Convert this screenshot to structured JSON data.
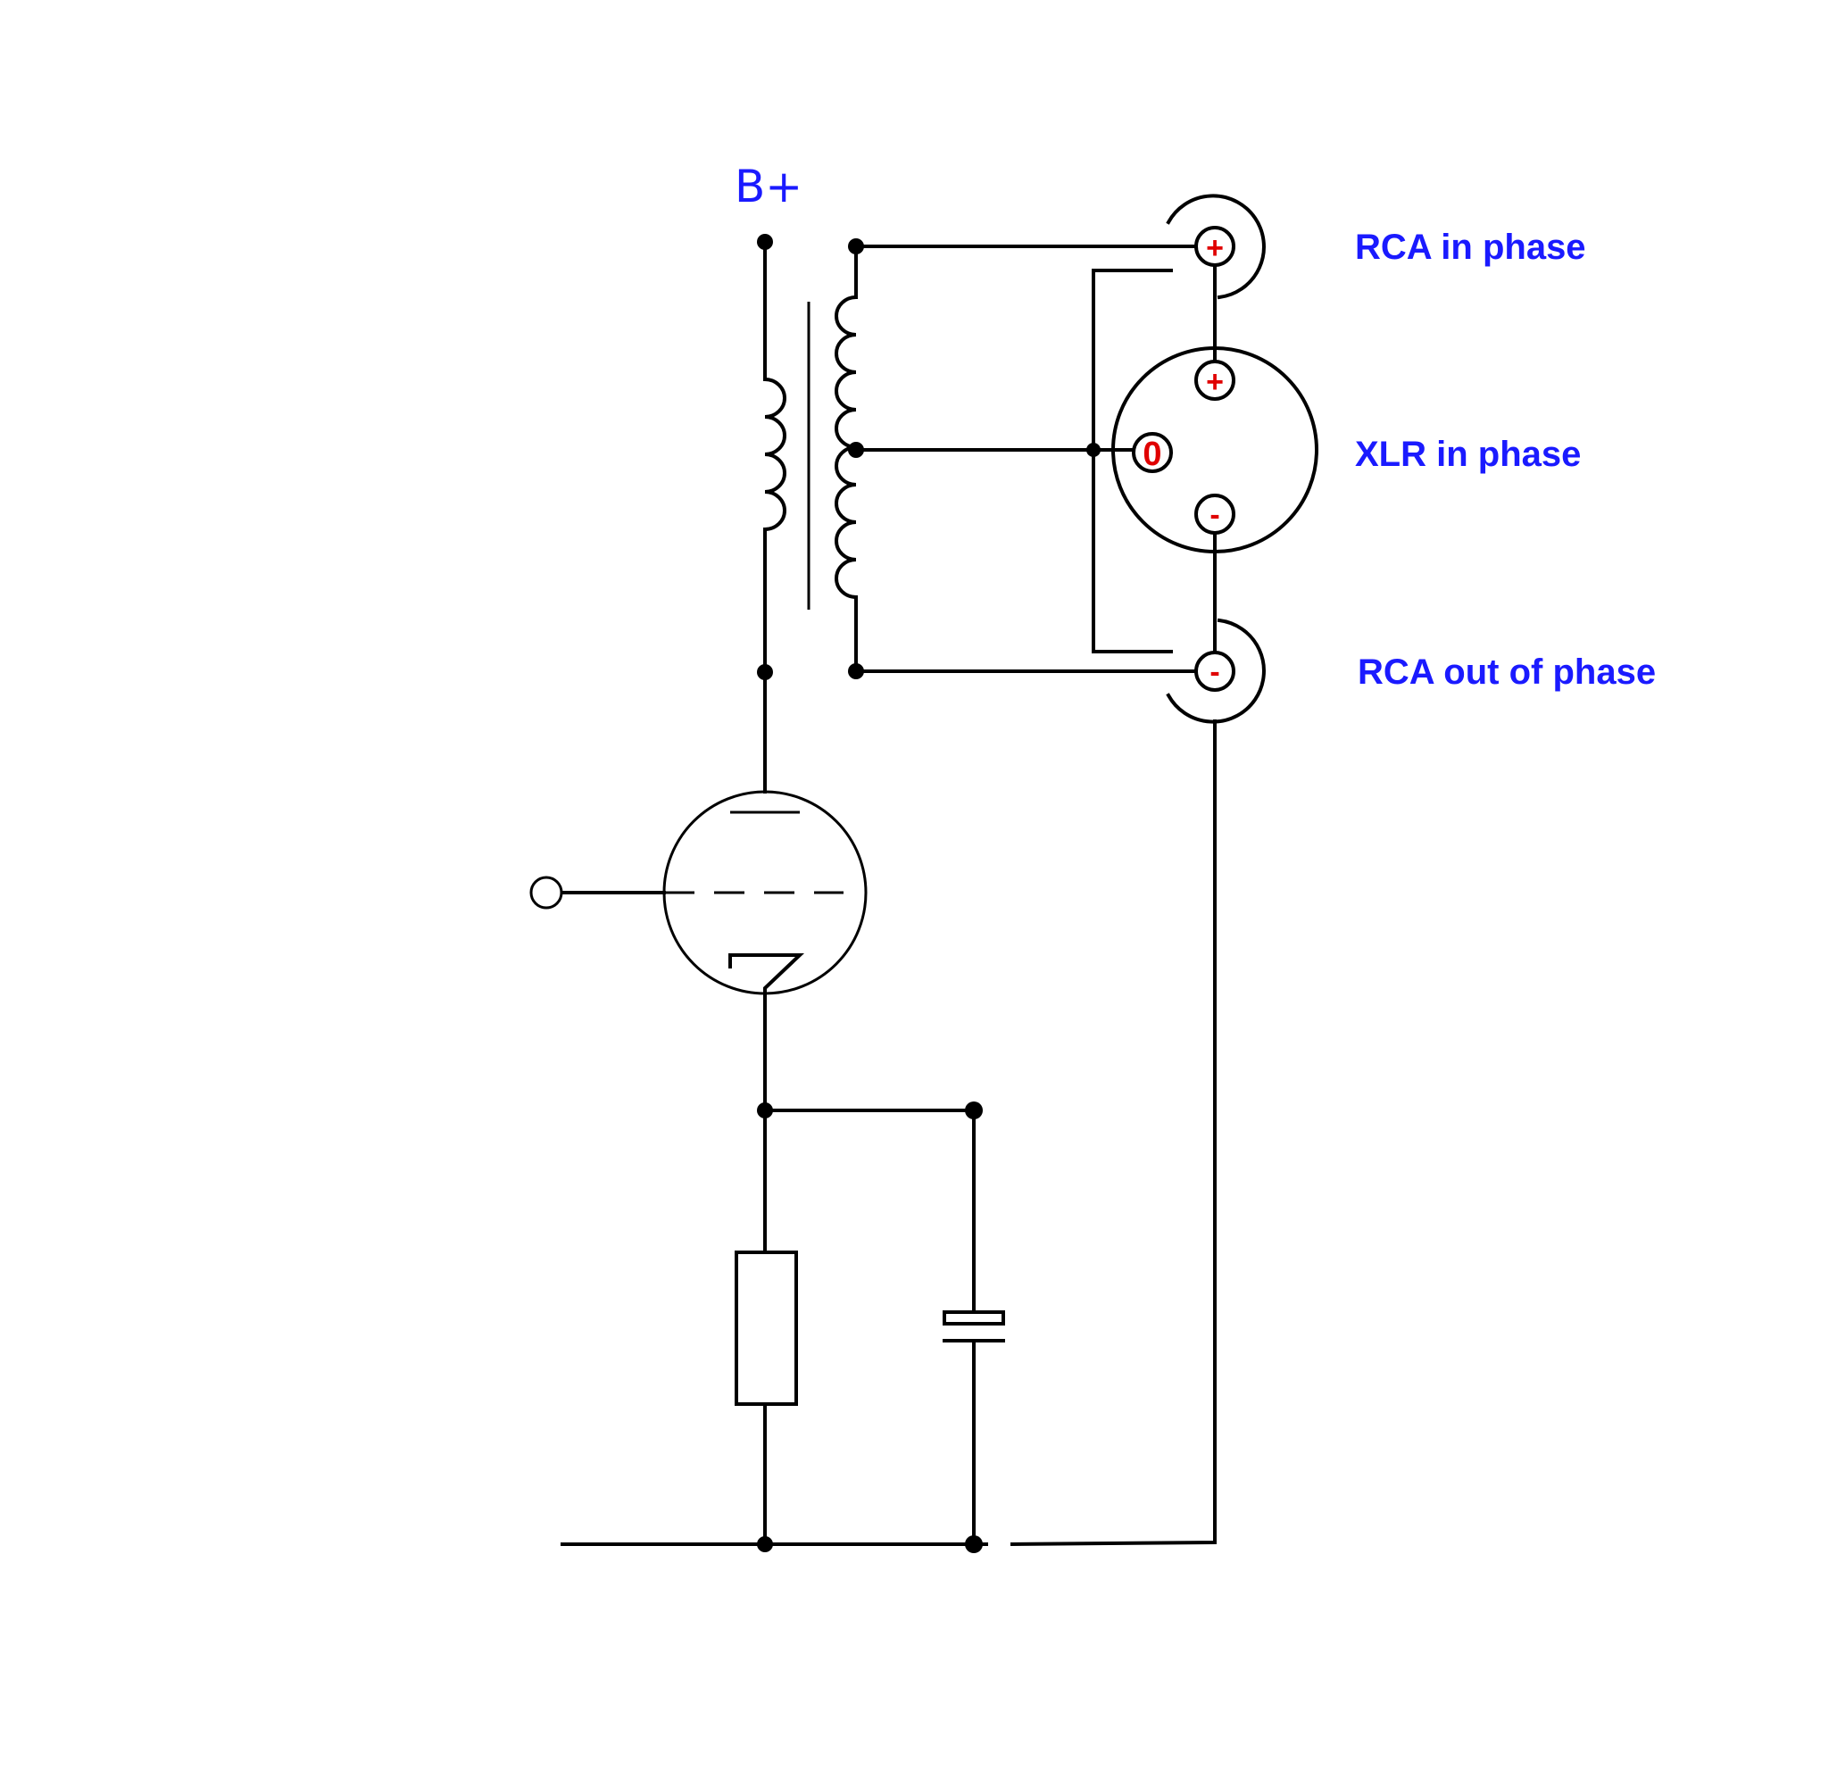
{
  "labels": {
    "supply": "B+",
    "rca_in_phase": "RCA in phase",
    "xlr_in_phase": "XLR in phase",
    "rca_out_of_phase": "RCA out of phase"
  },
  "pins": {
    "rca_in_plus": "+",
    "xlr_plus": "+",
    "xlr_zero": "0",
    "xlr_minus": "-",
    "rca_out_minus": "-"
  },
  "colors": {
    "label": "#1a1aff",
    "pin": "#e00000",
    "line": "#000000"
  }
}
